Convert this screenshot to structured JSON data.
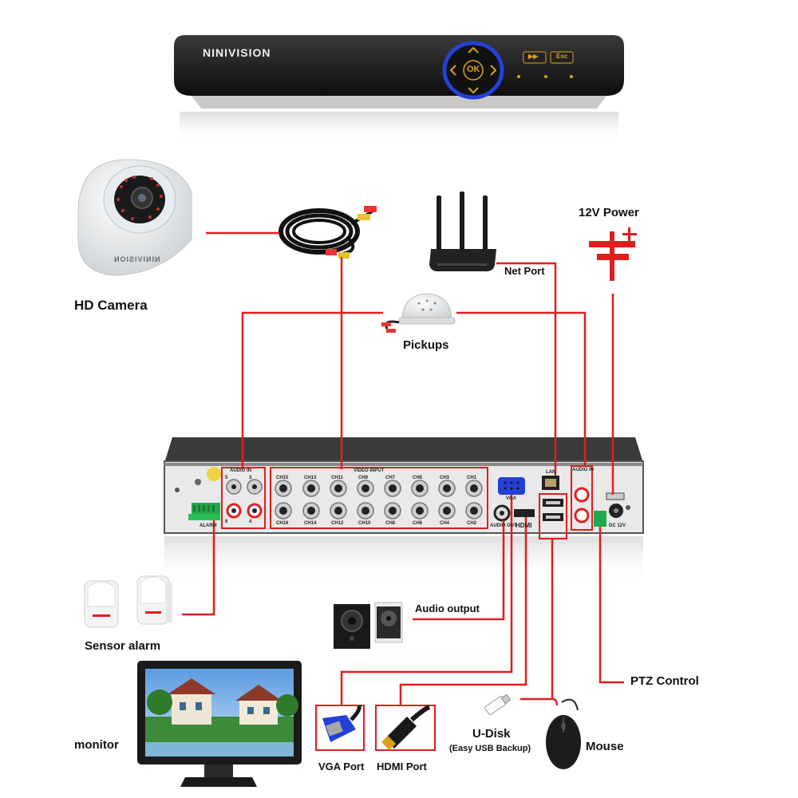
{
  "dvr_front": {
    "brand": "NINIVISION",
    "ok_label": "OK",
    "btn_labels": [
      "▶▶",
      "Esc"
    ]
  },
  "dvr_back": {
    "audio_in_left": "AUDIO IN",
    "video_input": "VIDEO INPUT",
    "audio_in_right": "AUDIO IN",
    "vga": "VGA",
    "lan": "LAN",
    "audio_out": "AUDIO OUT",
    "hdmi": "HDMI",
    "dc": "DC 12V",
    "alarm": "ALARM",
    "ch_top": [
      "CH15",
      "CH13",
      "CH11",
      "CH9",
      "CH7",
      "CH5",
      "CH3",
      "CH1"
    ],
    "ch_bottom": [
      "CH16",
      "CH14",
      "CH12",
      "CH10",
      "CH8",
      "CH6",
      "CH4",
      "CH2"
    ],
    "audio_nums": [
      "5",
      "3",
      "6",
      "4"
    ]
  },
  "labels": {
    "hd_camera": "HD Camera",
    "pickups": "Pickups",
    "net_port": "Net Port",
    "power": "12V Power",
    "sensor_alarm": "Sensor alarm",
    "audio_output": "Audio output",
    "ptz": "PTZ Control",
    "monitor": "monitor",
    "vga_port": "VGA Port",
    "hdmi_port": "HDMI Port",
    "udisk": "U-Disk",
    "udisk_sub": "(Easy USB Backup)",
    "mouse": "Mouse"
  },
  "camera_brand": "NINIVISION",
  "colors": {
    "wire": "#e01e1e",
    "device": "#1e1e1e",
    "panel": "#2a2a2a",
    "accent": "#2440d8"
  }
}
